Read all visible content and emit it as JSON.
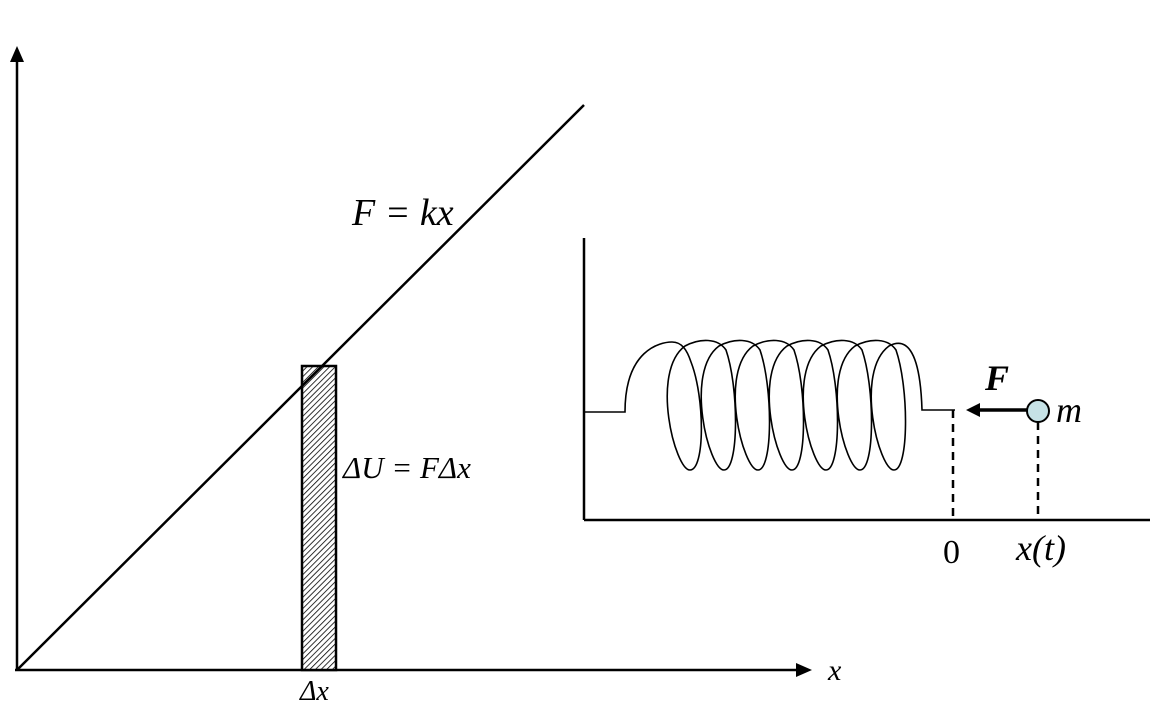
{
  "graph": {
    "line_label": "F = kx",
    "x_axis_label": "x",
    "strip_label": "Δx",
    "area_label": "ΔU = FΔx"
  },
  "spring_figure": {
    "force_label": "F",
    "mass_label": "m",
    "equilibrium_label": "0",
    "position_label": "x(t)",
    "mass_fill_color": "#c6e2e6"
  }
}
